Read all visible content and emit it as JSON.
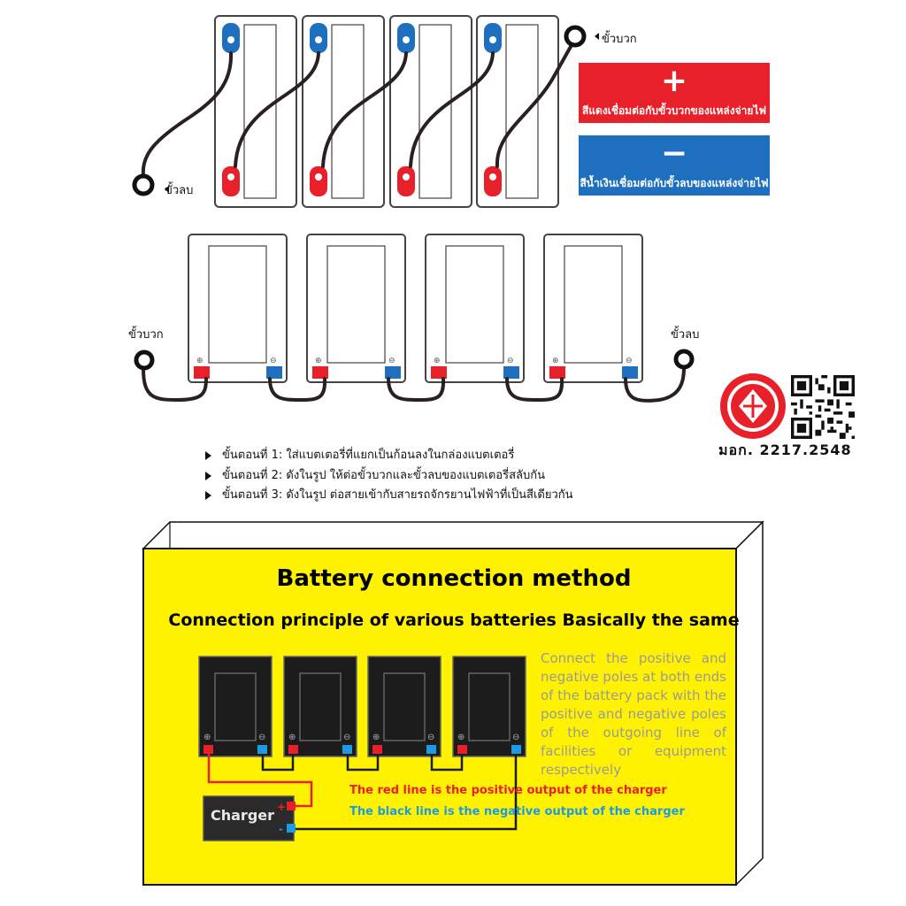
{
  "top_diagram": {
    "negative_label": "ขั้วลบ",
    "positive_label": "ขั้วบวก",
    "legend_positive": {
      "symbol": "+",
      "text": "สีแดงเชื่อมต่อกับขั้วบวกของแหล่งจ่ายไฟ",
      "color": "#e8202a"
    },
    "legend_negative": {
      "symbol": "−",
      "text": "สีน้ำเงินเชื่อมต่อกับขั้วลบของแหล่งจ่ายไฟ",
      "color": "#1e6fc0"
    }
  },
  "middle_diagram": {
    "left_label": "ขั้วบวก",
    "right_label": "ขั้วลบ",
    "terminal_plus": "⊕",
    "terminal_minus": "⊖"
  },
  "steps": [
    "ขั้นตอนที่ 1: ใส่แบตเตอรี่ที่แยกเป็นก้อนลงในกล่องแบตเตอรี่",
    "ขั้นตอนที่ 2: ดังในรูป ให้ต่อขั้วบวกและขั้วลบของแบตเตอรี่สลับกัน",
    "ขั้นตอนที่ 3: ดังในรูป ต่อสายเข้ากับสายรถจักรยานไฟฟ้าที่เป็นสีเดียวกัน"
  ],
  "certification": {
    "text": "มอก. 2217.2548",
    "logo": "tisi-logo-icon",
    "qr": "qr-code-icon"
  },
  "panel": {
    "title": "Battery connection method",
    "subtitle": "Connection principle of various batteries Basically the same",
    "description": "Connect the positive and negative poles at both ends of the battery pack with the positive and negative poles of the outgoing line of facilities or equipment respectively",
    "red_line_text": "The red line is the positive output of the charger",
    "black_line_text": "The black line is the negative output of the charger",
    "charger_label": "Charger",
    "charger_plus": "+",
    "charger_minus": "-",
    "colors": {
      "background": "#fff200",
      "red": "#e8202a",
      "blue": "#1e9be0"
    }
  }
}
